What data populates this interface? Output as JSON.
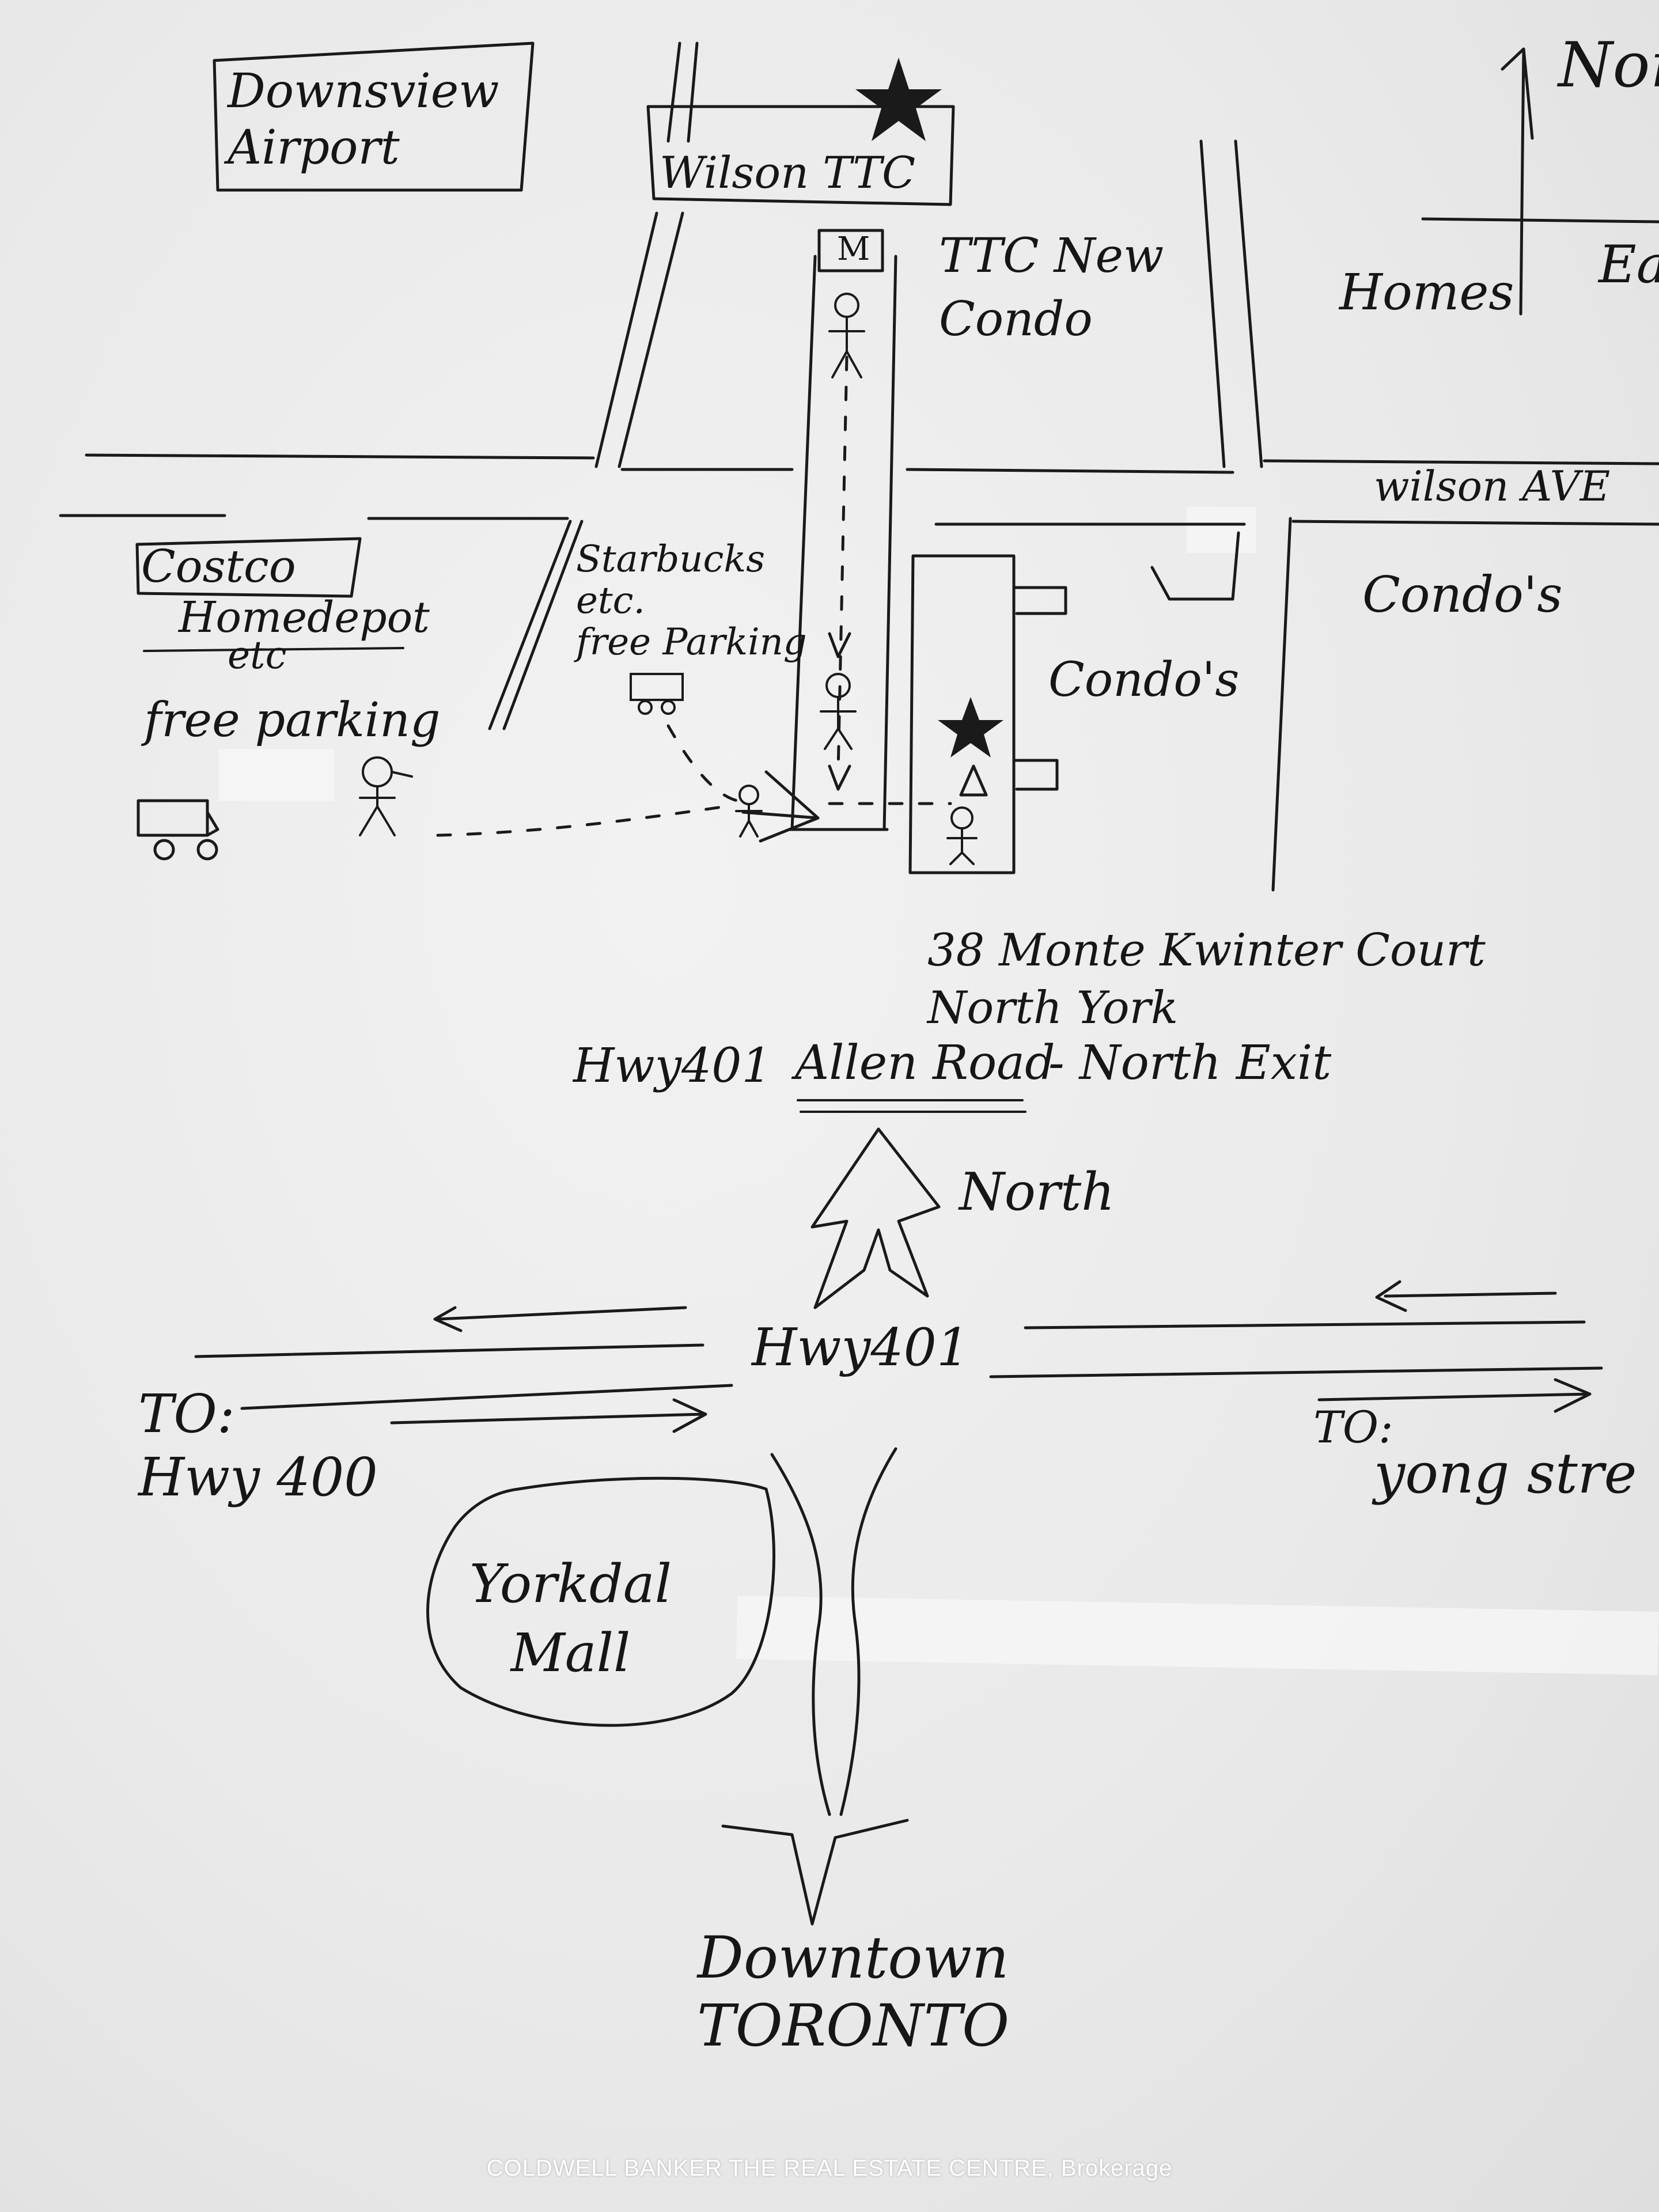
{
  "labels": {
    "downsview_airport": "Downsview\nAirport",
    "wilson_ttc": "Wilson TTC",
    "subway_symbol": "M",
    "ttc_new_condo": "TTC New\nCondo",
    "north_corner": "Nor",
    "homes": "Homes",
    "east_corner": "Ea",
    "wilson_ave": "wilson AVE",
    "costco": "Costco",
    "homedepot": "Homedepot",
    "etc_costco": "etc",
    "free_parking_costco": "free parking",
    "starbucks": "Starbucks\netc.\nfree Parking",
    "condos_center": "Condo's",
    "condos_right": "Condo's",
    "address": "38 Monte Kwinter Court\nNorth York",
    "hwy401_exit_prefix": "Hwy401",
    "allen_road": "Allen Road",
    "north_exit": "- North Exit",
    "north_arrow_label": "North",
    "hwy401": "Hwy401",
    "to_hwy400": "TO:\nHwy 400",
    "to_yonge": "TO:",
    "yonge_street": "yong stre",
    "yorkdale_mall": "Yorkdal\nMall",
    "downtown_toronto": "Downtown\nTORONTO"
  },
  "footer": {
    "brokerage": "COLDWELL BANKER THE REAL ESTATE CENTRE, Brokerage"
  },
  "icons": {
    "stars": [
      "star-icon"
    ],
    "people": [
      "person-icon"
    ],
    "cars": [
      "car-icon"
    ],
    "subway": "subway-sign-icon"
  },
  "colors": {
    "ink": "#1a1a1a",
    "paper": "#ebebeb",
    "footer_text": "#ffffff"
  }
}
